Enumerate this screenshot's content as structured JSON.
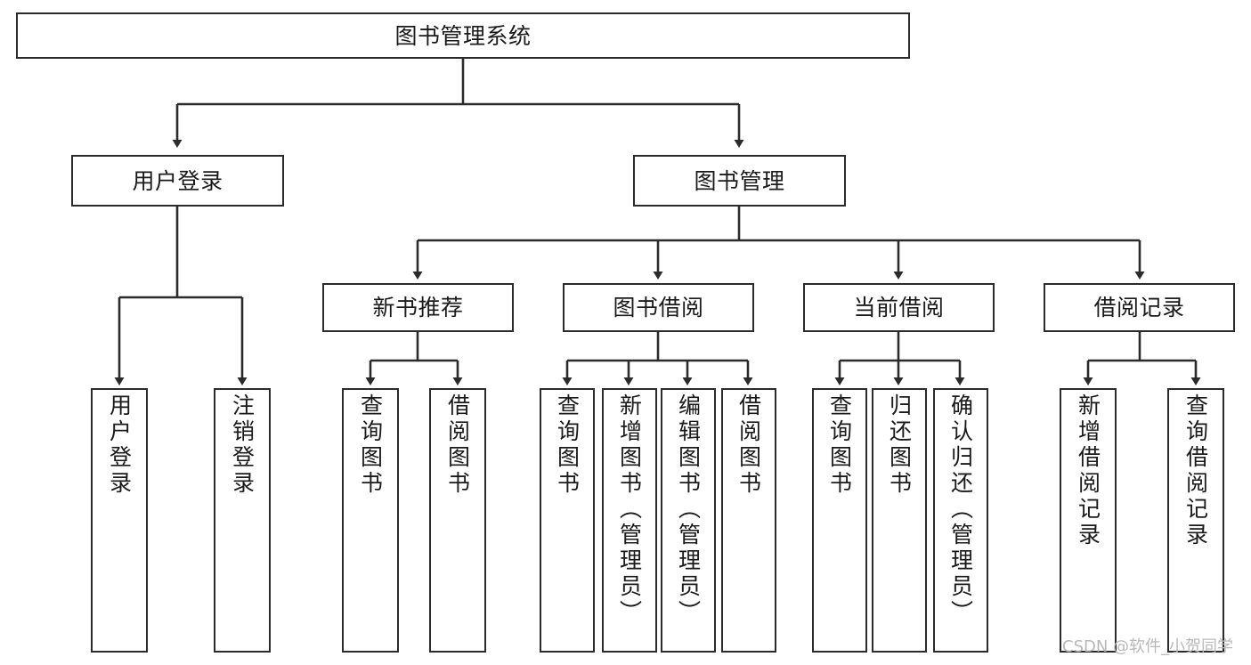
{
  "diagram": {
    "type": "hierarchy-tree",
    "title": "图书管理系统",
    "watermark": "CSDN @软件_小贺同学",
    "colors": {
      "background": "#ffffff",
      "stroke": "#2b2b2b",
      "text": "#1a1a1a",
      "watermark": "#b9b9b9"
    },
    "nodes": {
      "root": {
        "label": "图书管理系统"
      },
      "level2": [
        {
          "label": "用户登录"
        },
        {
          "label": "图书管理"
        }
      ],
      "level3": [
        {
          "label": "新书推荐"
        },
        {
          "label": "图书借阅"
        },
        {
          "label": "当前借阅"
        },
        {
          "label": "借阅记录"
        }
      ],
      "leaves": {
        "user_login": [
          {
            "label": "用户登录"
          },
          {
            "label": "注销登录"
          }
        ],
        "new_book": [
          {
            "label": "查询图书"
          },
          {
            "label": "借阅图书"
          }
        ],
        "book_borrow": [
          {
            "label": "查询图书"
          },
          {
            "label": "新增图书（管理员）"
          },
          {
            "label": "编辑图书（管理员）"
          },
          {
            "label": "借阅图书"
          }
        ],
        "current_borrow": [
          {
            "label": "查询图书"
          },
          {
            "label": "归还图书"
          },
          {
            "label": "确认归还（管理员）"
          }
        ],
        "borrow_record": [
          {
            "label": "新增借阅记录"
          },
          {
            "label": "查询借阅记录"
          }
        ]
      }
    }
  }
}
